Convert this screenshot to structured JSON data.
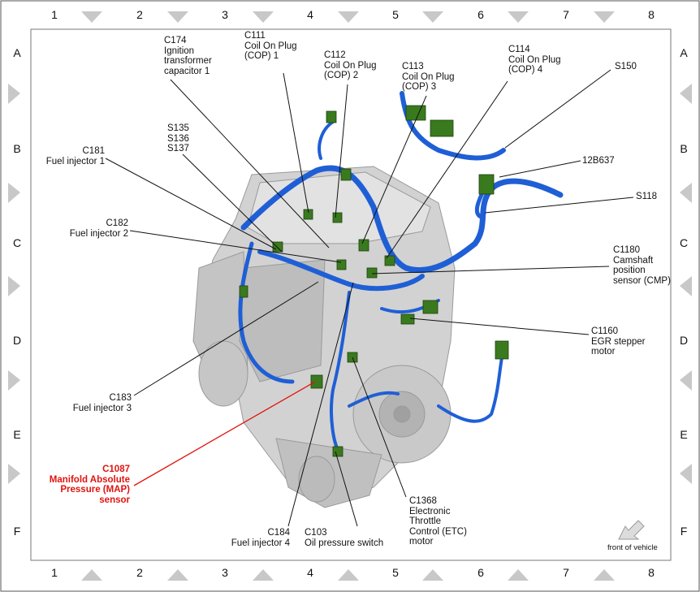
{
  "grid": {
    "columns": [
      "1",
      "2",
      "3",
      "4",
      "5",
      "6",
      "7",
      "8"
    ],
    "rows": [
      "A",
      "B",
      "C",
      "D",
      "E",
      "F"
    ]
  },
  "labels": {
    "c174": "C174\nIgnition\ntransformer\ncapacitor 1",
    "c111": "C111\nCoil On Plug\n(COP) 1",
    "c112": "C112\nCoil On Plug\n(COP) 2",
    "c113": "C113\nCoil On Plug\n(COP) 3",
    "c114": "C114\nCoil On Plug\n(COP) 4",
    "s150": "S150",
    "s135": "S135\nS136\nS137",
    "c181": "C181\nFuel injector 1",
    "b12b637": "12B637",
    "s118": "S118",
    "c182": "C182\nFuel injector 2",
    "c1180": "C1180\nCamshaft\nposition\nsensor (CMP)",
    "c1160": "C1160\nEGR stepper\nmotor",
    "c183": "C183\nFuel injector 3",
    "c1087": "C1087\nManifold Absolute\nPressure (MAP)\nsensor",
    "c1368": "C1368\nElectronic\nThrottle\nControl (ETC)\nmotor",
    "c184": "C184\nFuel injector 4",
    "c103": "C103\nOil pressure switch",
    "front": "front of vehicle"
  },
  "colors": {
    "harness": "#1f5fd6",
    "connector": "#3a7a1e",
    "engine": "#cfcfcf",
    "highlight": "#e0140f",
    "border_triangle": "#c8c8c8"
  }
}
